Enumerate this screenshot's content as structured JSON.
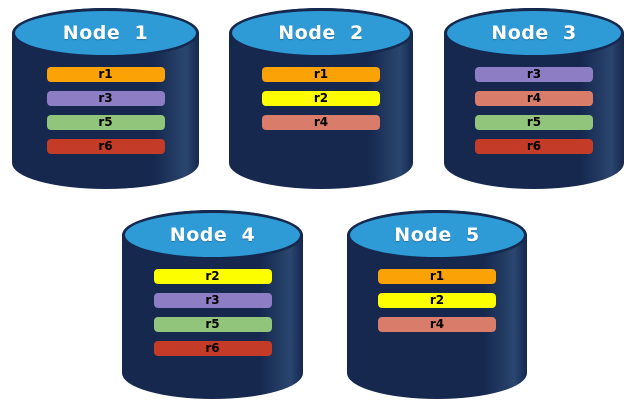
{
  "diagram": {
    "description": "Database replica placement across five nodes",
    "background": "#ffffff"
  },
  "palette": {
    "cylinder_body": "#16284e",
    "cylinder_top": "#2e9bd7",
    "title_color": "#ffffff",
    "bar_text": "#000000"
  },
  "replica_colors": {
    "r1": "#fba306",
    "r2": "#fdfe00",
    "r3": "#8c7dc5",
    "r4": "#d97d6a",
    "r5": "#90c57b",
    "r6": "#c43c28"
  },
  "nodes": [
    {
      "title": "Node  1",
      "replicas": [
        "r1",
        "r3",
        "r5",
        "r6"
      ]
    },
    {
      "title": "Node  2",
      "replicas": [
        "r1",
        "r2",
        "r4"
      ]
    },
    {
      "title": "Node  3",
      "replicas": [
        "r3",
        "r4",
        "r5",
        "r6"
      ]
    },
    {
      "title": "Node  4",
      "replicas": [
        "r2",
        "r3",
        "r5",
        "r6"
      ]
    },
    {
      "title": "Node  5",
      "replicas": [
        "r1",
        "r2",
        "r4"
      ]
    }
  ]
}
